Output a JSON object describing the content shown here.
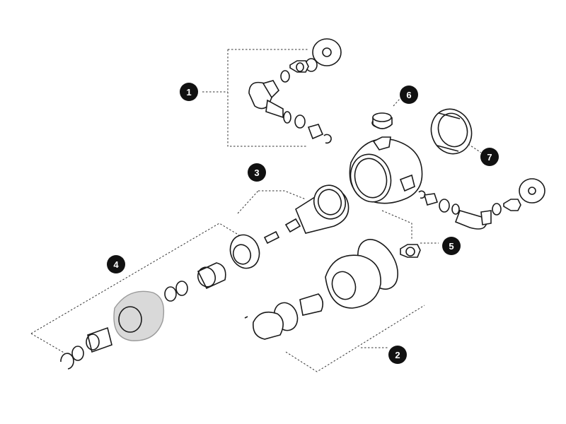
{
  "callouts": [
    {
      "id": "1",
      "label": "1"
    },
    {
      "id": "2",
      "label": "2"
    },
    {
      "id": "3",
      "label": "3"
    },
    {
      "id": "4",
      "label": "4"
    },
    {
      "id": "5",
      "label": "5"
    },
    {
      "id": "6",
      "label": "6"
    },
    {
      "id": "7",
      "label": "7"
    }
  ],
  "colors": {
    "badge": "#111111",
    "line": "#1a1a1a",
    "cover": "#d9d9d9"
  }
}
